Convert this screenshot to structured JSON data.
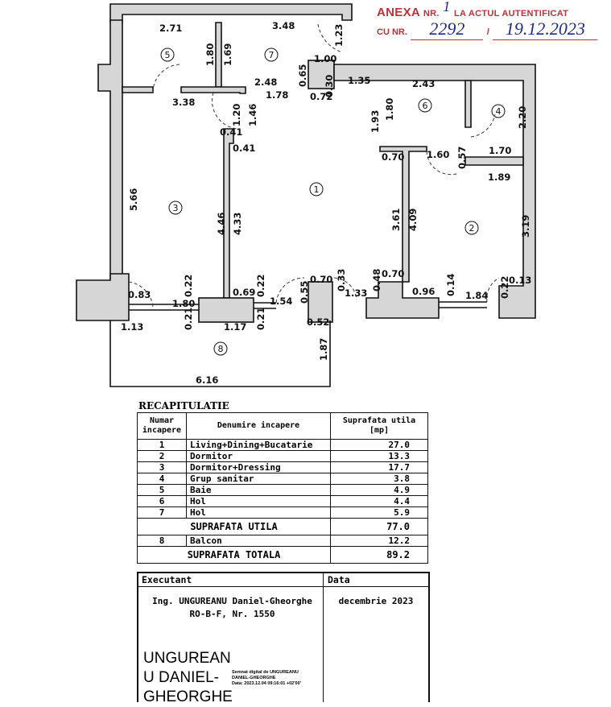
{
  "stamp": {
    "line1_prefix": "ANEXA",
    "nr_label": "NR.",
    "annex_number": "1",
    "line1_suffix": "LA ACTUL AUTENTIFICAT",
    "line2_prefix": "CU NR.",
    "act_number": "2292",
    "separator": "/",
    "act_date": "19.12.2023"
  },
  "plan": {
    "rooms": [
      "5",
      "7",
      "1",
      "3",
      "6",
      "4",
      "2",
      "8"
    ],
    "dims": [
      "2.71",
      "3.48",
      "1.00",
      "2.48",
      "1.78",
      "0.72",
      "1.35",
      "3.38",
      "0.41",
      "0.41",
      "2.43",
      "0.70",
      "1.60",
      "1.70",
      "1.89",
      "0.83",
      "1.80",
      "0.69",
      "1.54",
      "0.70",
      "1.33",
      "0.70",
      "0.96",
      "1.84",
      "0.13",
      "1.13",
      "1.17",
      "0.52",
      "6.16"
    ],
    "vdims": [
      "1.23",
      "1.80",
      "1.69",
      "0.65",
      "0.30",
      "1.20",
      "1.46",
      "5.66",
      "4.46",
      "4.33",
      "1.93",
      "1.80",
      "0.57",
      "2.20",
      "3.61",
      "4.09",
      "3.19",
      "0.22",
      "0.21",
      "0.22",
      "0.21",
      "0.55",
      "0.33",
      "0.48",
      "0.14",
      "0.22",
      "1.87"
    ]
  },
  "recap": {
    "title": "RECAPITULATIE",
    "headers": [
      "Numar incapere",
      "Denumire incapere",
      "Suprafata utila [mp]"
    ],
    "rows": [
      {
        "nr": "1",
        "name": "Living+Dining+Bucatarie",
        "area": "27.0"
      },
      {
        "nr": "2",
        "name": "Dormitor",
        "area": "13.3"
      },
      {
        "nr": "3",
        "name": "Dormitor+Dressing",
        "area": "17.7"
      },
      {
        "nr": "4",
        "name": "Grup sanitar",
        "area": "3.8"
      },
      {
        "nr": "5",
        "name": "Baie",
        "area": "4.9"
      },
      {
        "nr": "6",
        "name": "Hol",
        "area": "4.4"
      },
      {
        "nr": "7",
        "name": "Hol",
        "area": "5.9"
      }
    ],
    "useful_label": "SUPRAFATA UTILA",
    "useful_value": "77.0",
    "balcony": {
      "nr": "8",
      "name": "Balcon",
      "area": "12.2"
    },
    "total_label": "SUPRAFATA TOTALA",
    "total_value": "89.2"
  },
  "footer": {
    "executant_label": "Executant",
    "data_label": "Data",
    "engineer": "Ing. UNGUREANU Daniel-Gheorghe",
    "license": "RO-B-F, Nr. 1550",
    "date": "decembrie 2023",
    "signature_name": [
      "UNGUREAN",
      "U DANIEL-",
      "GHEORGHE"
    ],
    "signature_note": [
      "Semnat digital de UNGUREANU",
      "DANIEL-GHEORGHE",
      "Data: 2023.12.04 09:16:01 +02'00'"
    ]
  }
}
